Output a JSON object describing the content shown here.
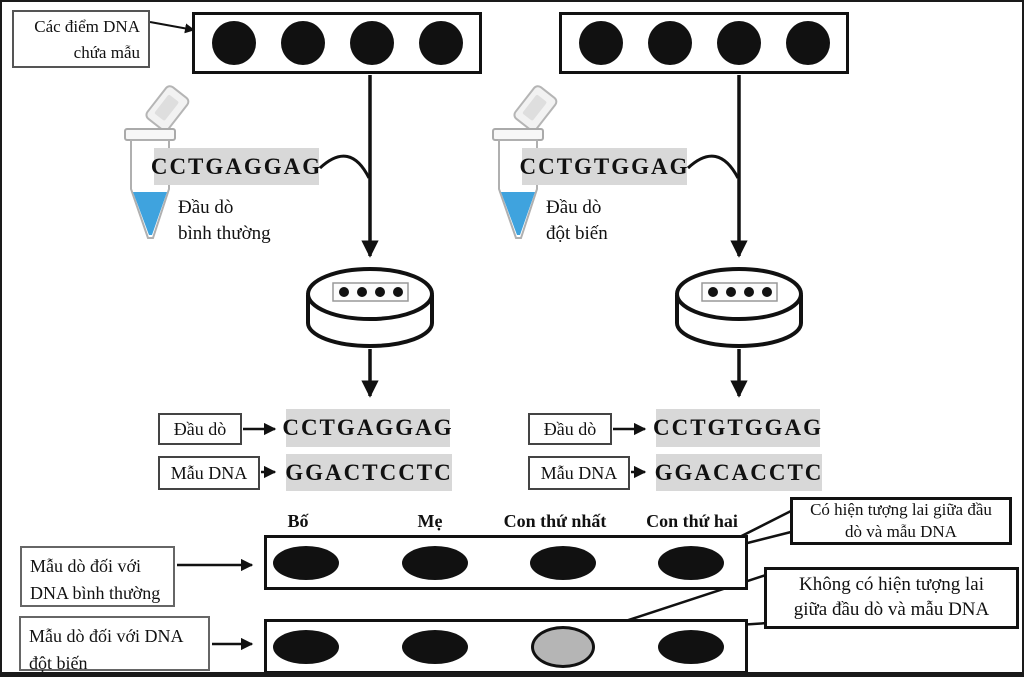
{
  "sample_points_label": {
    "line1": "Các điểm DNA",
    "line2": "chứa mẫu"
  },
  "flows": {
    "normal": {
      "tube_sequence": "CCTGAGGAG",
      "tube_caption_line1": "Đầu dò",
      "tube_caption_line2": "bình thường",
      "probe_box_label": "Đầu dò",
      "probe_sequence": "CCTGAGGAG",
      "sample_box_label": "Mẫu DNA",
      "sample_sequence": "GGACTCCTC"
    },
    "mutant": {
      "tube_sequence": "CCTGTGGAG",
      "tube_caption_line1": "Đầu dò",
      "tube_caption_line2": "đột biến",
      "probe_box_label": "Đầu dò",
      "probe_sequence": "CCTGTGGAG",
      "sample_box_label": "Mẫu DNA",
      "sample_sequence": "GGACACCTC"
    }
  },
  "blot": {
    "column_headers": [
      "Bố",
      "Mẹ",
      "Con thứ nhất",
      "Con thứ hai"
    ],
    "row_normal": {
      "label_line1": "Mẫu dò đối với",
      "label_line2": "DNA bình thường",
      "spots": [
        "dark",
        "dark",
        "dark",
        "dark"
      ]
    },
    "row_mutant": {
      "label_line1": "Mẫu dò đối với DNA",
      "label_line2": "đột biến",
      "spots": [
        "dark",
        "dark",
        "light",
        "dark"
      ]
    }
  },
  "callouts": {
    "hybridized": {
      "line1": "Có hiện tượng lai giữa đầu",
      "line2": "dò và mẫu DNA"
    },
    "not_hybridized": {
      "line1": "Không có hiện tượng lai",
      "line2": "giữa đầu dò và mẫu DNA"
    }
  },
  "colors": {
    "line": "#111111",
    "sequence_background": "#d8d8d8",
    "spot_dark": "#111111",
    "spot_light": "#b5b5b5",
    "tube_liquid": "#3fa3de"
  }
}
